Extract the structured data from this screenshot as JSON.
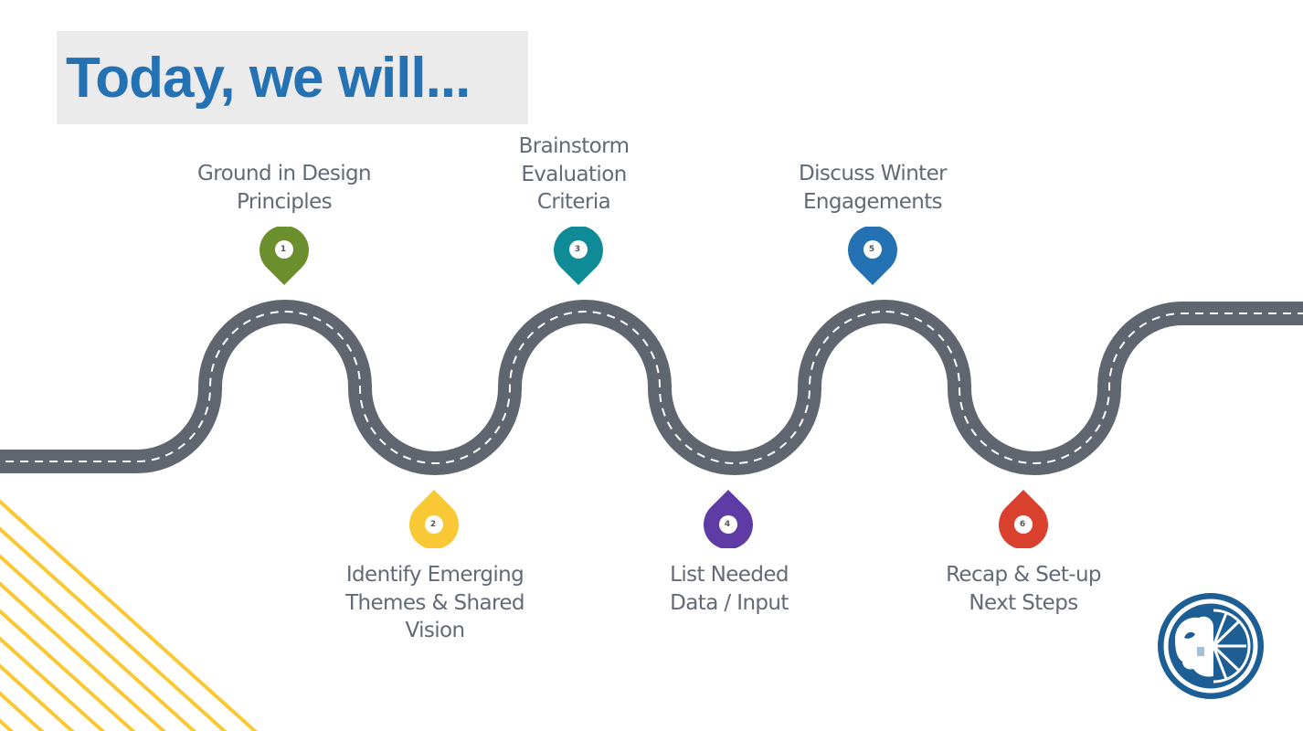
{
  "slide": {
    "title": "Today, we will...",
    "steps": [
      {
        "number": "1",
        "label_lines": [
          "Ground in Design",
          "Principles"
        ],
        "color": "#6a8f2c"
      },
      {
        "number": "2",
        "label_lines": [
          "Identify Emerging",
          "Themes & Shared",
          "Vision"
        ],
        "color": "#f9c935"
      },
      {
        "number": "3",
        "label_lines": [
          "Brainstorm",
          "Evaluation",
          "Criteria"
        ],
        "color": "#0f8b97"
      },
      {
        "number": "4",
        "label_lines": [
          "List Needed",
          "Data / Input"
        ],
        "color": "#5e3ba5"
      },
      {
        "number": "5",
        "label_lines": [
          "Discuss Winter",
          "Engagements"
        ],
        "color": "#2471b3"
      },
      {
        "number": "6",
        "label_lines": [
          "Recap & Set-up",
          "Next Steps"
        ],
        "color": "#d9402e"
      }
    ],
    "colors": {
      "road": "#5f6670",
      "lane_marks": "#ffffff",
      "stripes": "#f9c935",
      "logo": "#1d5f94"
    }
  }
}
